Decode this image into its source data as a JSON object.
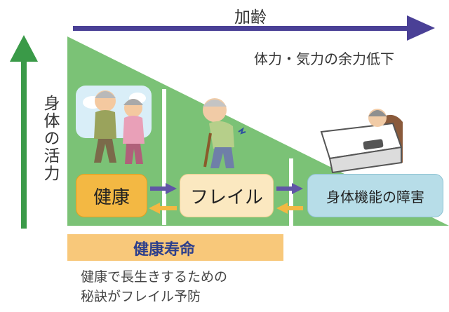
{
  "diagram": {
    "aging_label": "加齢",
    "decline_label": "体力・気力の余力低下",
    "vitality_label": "身体の活力",
    "stages": [
      {
        "label": "健康",
        "color": "#f3b843"
      },
      {
        "label": "フレイル",
        "color": "#fbe8c0"
      },
      {
        "label": "身体機能の障害",
        "color": "#b7dde8"
      }
    ],
    "healthy_life_label": "健康寿命",
    "caption_line1": "健康で長生きするための",
    "caption_line2": "秘訣がフレイル予防"
  },
  "colors": {
    "triangle": "#7bc276",
    "aging_arrow": "#4a4096",
    "vitality_arrow": "#3a9a48",
    "forward_arrow": "#6055a6",
    "reverse_arrow": "#f3b843",
    "healthy_life_bar": "#f8c87a",
    "healthy_life_text": "#2d3f8c"
  },
  "icons": [
    "elderly-couple-walking-illustration",
    "elderly-man-with-cane-illustration",
    "bedridden-elderly-woman-illustration"
  ]
}
